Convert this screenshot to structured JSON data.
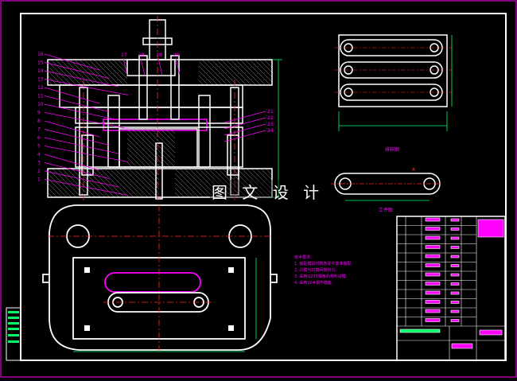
{
  "watermark": "图 文 设 计",
  "colors": {
    "background": "#000000",
    "outline": "#ffffff",
    "centerline": "#ff2a2a",
    "dimension": "#ff00ff",
    "leader": "#ff00ff",
    "yellow": "#ffff00",
    "green": "#00ff66"
  },
  "labels": {
    "part_numbers_left": [
      "16",
      "15",
      "14",
      "13",
      "12",
      "11",
      "10",
      "9",
      "8",
      "7",
      "6",
      "5",
      "4",
      "3",
      "2",
      "1"
    ],
    "part_numbers_top": [
      "17",
      "18",
      "19",
      "20"
    ],
    "part_numbers_right": [
      "21",
      "22",
      "23",
      "24"
    ],
    "view_caption_top": "排样图",
    "view_caption_right": "工件图"
  },
  "notes": {
    "title": "技术要求:",
    "lines": [
      "1. 装配模具时按各零件基准装配.",
      "2. 凸模与凹模间隙均匀.",
      "3. 采用Q235钢板的材料试模.",
      "4. 采用10#钢作模座."
    ]
  },
  "title_block": {
    "rows": 12
  }
}
